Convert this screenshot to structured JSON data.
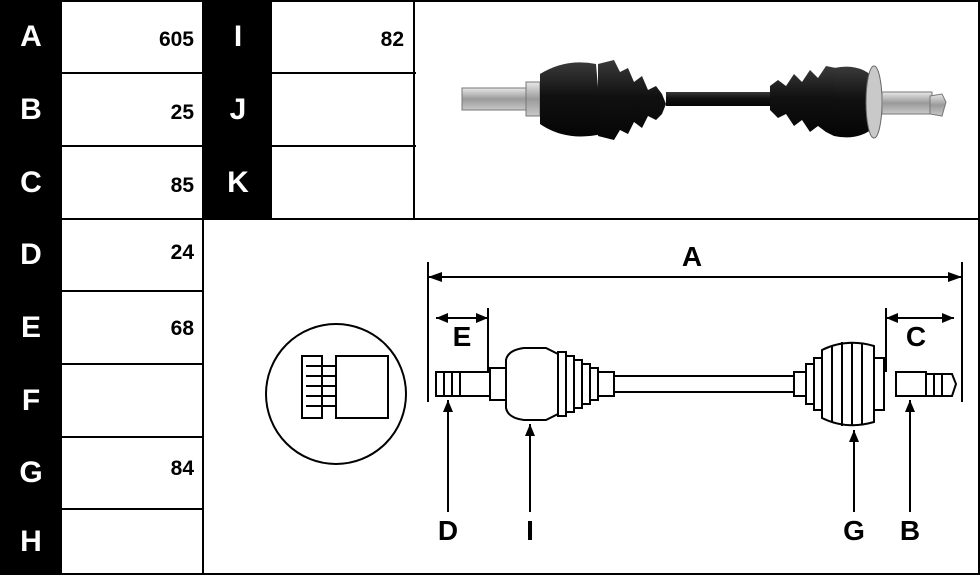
{
  "spec_table": {
    "left": [
      {
        "label": "A",
        "value": "605"
      },
      {
        "label": "B",
        "value": "25"
      },
      {
        "label": "C",
        "value": "85"
      },
      {
        "label": "D",
        "value": "24"
      },
      {
        "label": "E",
        "value": "68"
      },
      {
        "label": "F",
        "value": ""
      },
      {
        "label": "G",
        "value": "84"
      },
      {
        "label": "H",
        "value": ""
      }
    ],
    "right": [
      {
        "label": "I",
        "value": "82"
      },
      {
        "label": "J",
        "value": ""
      },
      {
        "label": "K",
        "value": ""
      }
    ]
  },
  "diagram": {
    "labels": {
      "A": "A",
      "C": "C",
      "E": "E",
      "D": "D",
      "I": "I",
      "G": "G",
      "B": "B"
    }
  }
}
